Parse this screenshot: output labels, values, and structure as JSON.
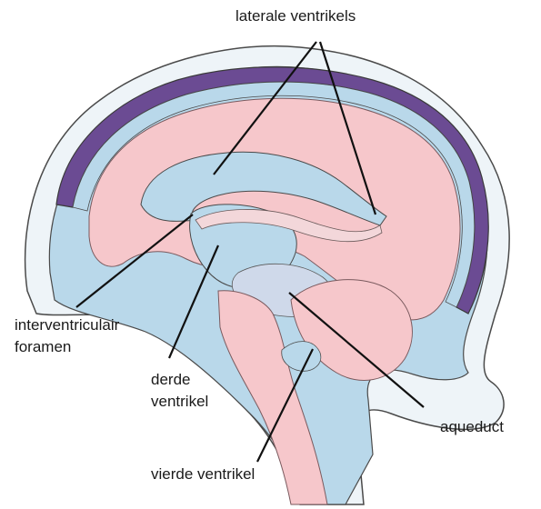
{
  "labels": {
    "lateral_ventricles": "laterale ventrikels",
    "interventricular_foramen_line1": "interventriculair",
    "interventricular_foramen_line2": "foramen",
    "third_ventricle_line1": "derde",
    "third_ventricle_line2": "ventrikel",
    "fourth_ventricle": "vierde ventrikel",
    "aqueduct": "aqueduct"
  },
  "colors": {
    "csf_blue": "#b9d8ea",
    "brain_pink": "#f6c7cb",
    "sinus_purple": "#6b4b93",
    "outline": "#4a4a4a",
    "leader_line": "#111111"
  }
}
